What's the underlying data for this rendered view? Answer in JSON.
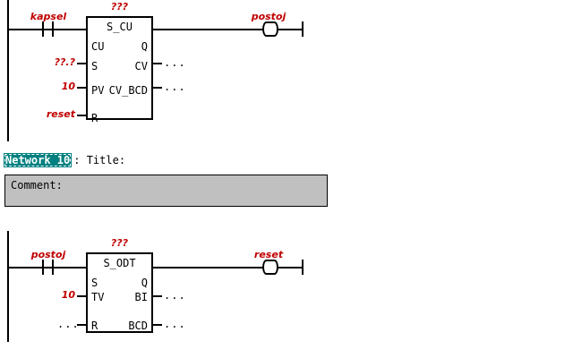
{
  "editor": {
    "language": "LAD",
    "colors": {
      "operand": "#C00000",
      "wire": "#000000",
      "selection": "#008080",
      "comment_bg": "#C0C0C0",
      "background": "#FFFFFF"
    }
  },
  "networks": [
    {
      "id": "network-top",
      "rung": {
        "contact": {
          "label": "kapsel"
        },
        "coil": {
          "label": "postoj"
        },
        "block": {
          "unknown_marker": "???",
          "type": "S_CU",
          "inputs": [
            {
              "pin": "CU",
              "operand": ""
            },
            {
              "pin": "S",
              "operand": "??.?"
            },
            {
              "pin": "PV",
              "operand": "10"
            },
            {
              "pin": "R",
              "operand": "reset"
            }
          ],
          "outputs": [
            {
              "pin": "Q",
              "operand": ""
            },
            {
              "pin": "CV",
              "operand": "..."
            },
            {
              "pin": "CV_BCD",
              "operand": "..."
            }
          ]
        }
      }
    },
    {
      "id": "network-10",
      "header": {
        "tag": "Network 10",
        "rest": ": Title:"
      },
      "comment": "Comment:",
      "rung": {
        "contact": {
          "label": "postoj"
        },
        "coil": {
          "label": "reset"
        },
        "block": {
          "unknown_marker": "???",
          "type": "S_ODT",
          "inputs": [
            {
              "pin": "S",
              "operand": ""
            },
            {
              "pin": "TV",
              "operand": "10"
            },
            {
              "pin": "R",
              "operand": "..."
            }
          ],
          "outputs": [
            {
              "pin": "Q",
              "operand": ""
            },
            {
              "pin": "BI",
              "operand": "..."
            },
            {
              "pin": "BCD",
              "operand": "..."
            }
          ]
        }
      }
    }
  ]
}
